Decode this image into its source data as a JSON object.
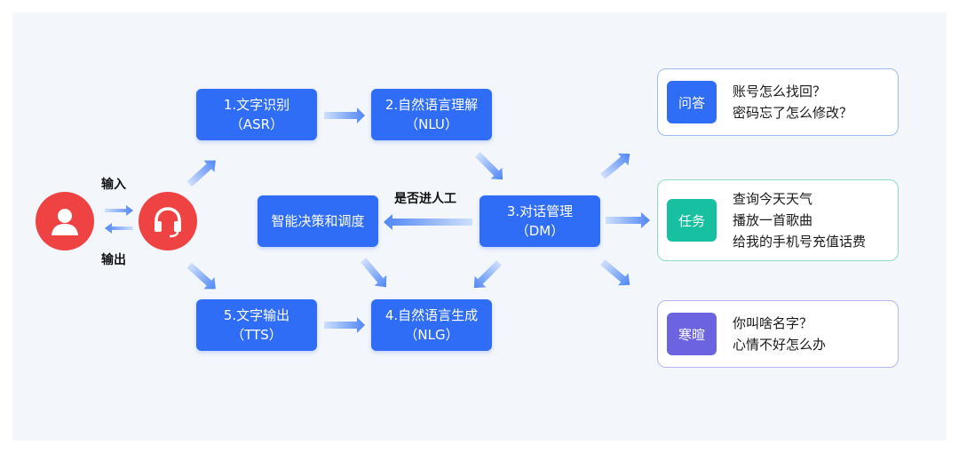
{
  "labels": {
    "input": "输入",
    "output": "输出",
    "human_check": "是否进人工"
  },
  "nodes": {
    "asr": {
      "line1": "1.文字识别",
      "line2": "（ASR）"
    },
    "nlu": {
      "line1": "2.自然语言理解",
      "line2": "（NLU）"
    },
    "dm": {
      "line1": "3.对话管理",
      "line2": "（DM）"
    },
    "nlg": {
      "line1": "4.自然语言生成",
      "line2": "（NLG）"
    },
    "tts": {
      "line1": "5.文字输出",
      "line2": "（TTS）"
    },
    "decision": {
      "line1": "智能决策和调度"
    }
  },
  "cards": [
    {
      "badge": "问答",
      "color": "#2f6df6",
      "border": "#9fbdf5",
      "lines": [
        "账号怎么找回？",
        "密码忘了怎么修改？"
      ]
    },
    {
      "badge": "任务",
      "color": "#17c0a0",
      "border": "#8fdcc9",
      "lines": [
        "查询今天天气",
        "播放一首歌曲",
        "给我的手机号充值话费"
      ]
    },
    {
      "badge": "寒暄",
      "color": "#6c63e0",
      "border": "#b9b4ef",
      "lines": [
        "你叫啥名字？",
        "心情不好怎么办"
      ]
    }
  ],
  "icons": {
    "user": "user-icon",
    "agent": "headset-icon"
  },
  "colors": {
    "node": "#2f6df6",
    "circle": "#ef4343",
    "background": "#f3f6fb"
  }
}
